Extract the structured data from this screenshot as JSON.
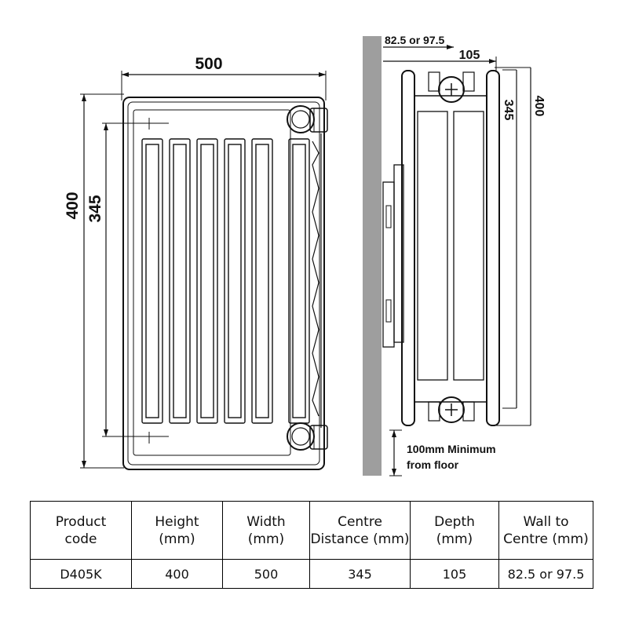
{
  "front_view": {
    "width_label": "500",
    "height_label": "400",
    "centre_label": "345"
  },
  "side_view": {
    "wall_label": "82.5 or 97.5",
    "depth_label": "105",
    "centre_label": "345",
    "height_label": "400",
    "floor_note_line1": "100mm Minimum",
    "floor_note_line2": "from floor"
  },
  "spec_table": {
    "headers": [
      {
        "line1": "Product",
        "line2": "code"
      },
      {
        "line1": "Height",
        "line2": "(mm)"
      },
      {
        "line1": "Width",
        "line2": "(mm)"
      },
      {
        "line1": "Centre",
        "line2": "Distance (mm)"
      },
      {
        "line1": "Depth",
        "line2": "(mm)"
      },
      {
        "line1": "Wall to",
        "line2": "Centre (mm)"
      }
    ],
    "rows": [
      [
        "D405K",
        "400",
        "500",
        "345",
        "105",
        "82.5 or 97.5"
      ]
    ]
  }
}
